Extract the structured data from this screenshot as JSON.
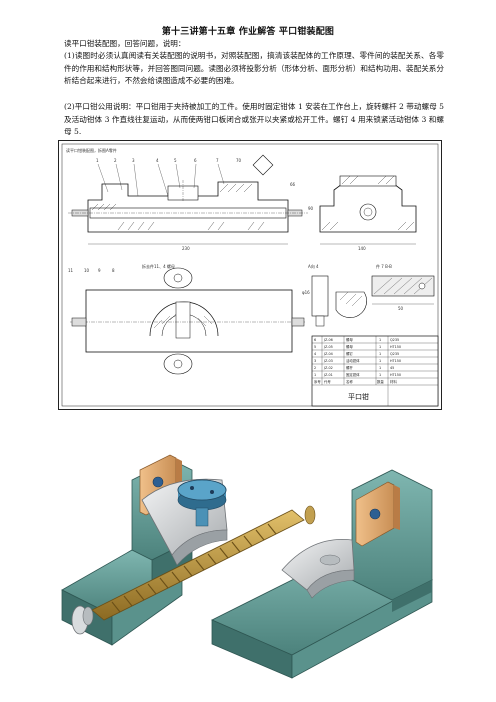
{
  "document": {
    "title": "第十三讲第十五章 作业解答 平口钳装配图",
    "intro": "读平口钳装配图，回答问题，说明：",
    "item1": "(1)读图时必须认真阅读有关装配图的说明书，对照装配图，搞清该装配体的工作原理、零件间的装配关系、各零件的作用和结构形状等，并回答图同问题。读图必须将投影分析（形体分析、面形分析）和结构功用、装配关系分析结合起来进行，不然会给读图造成不必要的困难。",
    "item2": "(2)平口钳公用说明：平口钳用于夹持被加工的工件。使用时固定钳体 1 安装在工作台上，旋转螺杆 2 带动螺母 5 及活动钳体 3 作直线往复运动，从而使两钳口板闭合或张开以夹紧或松开工件。螺钉 4 用来锁紧活动钳体 3 和螺母 5."
  },
  "drawing": {
    "frame_note": "读平口钳装配图，拆图A零件",
    "balloons": [
      "1",
      "2",
      "3",
      "4",
      "5",
      "6",
      "7",
      "8",
      "9",
      "10",
      "11"
    ],
    "dims": {
      "d_230": "230",
      "d_90": "90",
      "d_66": "66",
      "d_70": "70",
      "d_140": "140",
      "d_phi16": "φ16",
      "d_50": "50",
      "section_label": "拆去件11、4 螺母",
      "view_a": "A向 4",
      "view_b": "件 7 B-B"
    },
    "title_block": {
      "name": "平口钳",
      "rows": [
        [
          "6",
          "JZ-06",
          "螺母",
          "1",
          "Q235"
        ],
        [
          "5",
          "JZ-05",
          "螺母",
          "1",
          "HT150"
        ],
        [
          "4",
          "JZ-04",
          "螺钉",
          "1",
          "Q235"
        ],
        [
          "3",
          "JZ-03",
          "活动钳体",
          "1",
          "HT150"
        ],
        [
          "2",
          "JZ-02",
          "螺杆",
          "1",
          "45"
        ],
        [
          "1",
          "JZ-01",
          "固定钳体",
          "1",
          "HT150"
        ]
      ],
      "header": [
        "序号",
        "代号",
        "名称",
        "数量",
        "材料"
      ]
    }
  },
  "colors": {
    "body_green": "#5f9a94",
    "jaw_wood": "#e7b07a",
    "screw_gold": "#b8913a",
    "nut_silver": "#cfd2d4",
    "knob_blue": "#4b91b6"
  }
}
